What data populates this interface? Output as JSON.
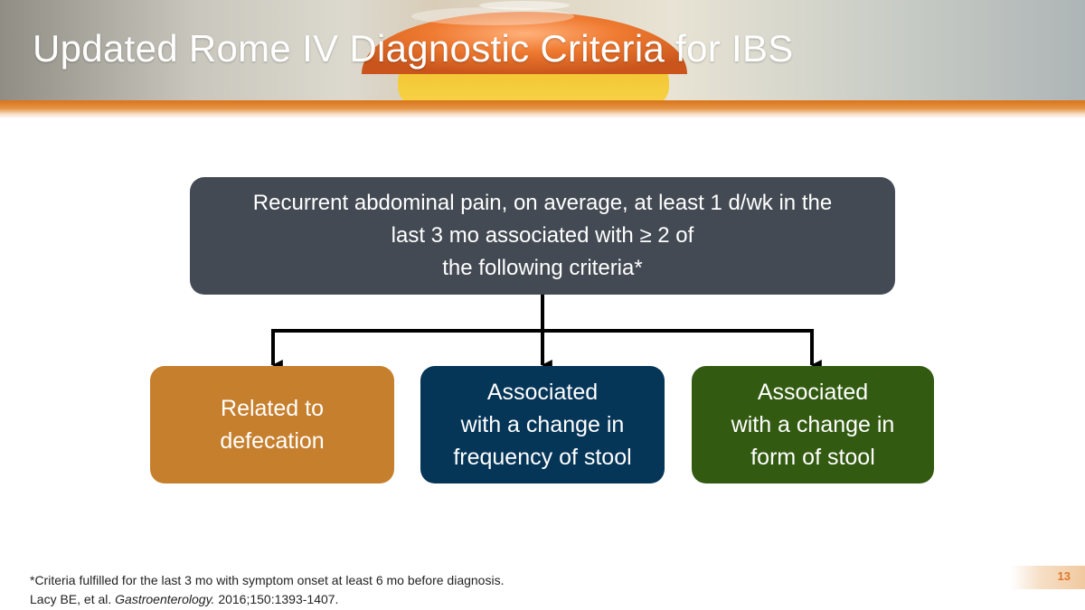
{
  "slide": {
    "title": "Updated Rome IV Diagnostic Criteria for IBS",
    "page_number": "13"
  },
  "diagram": {
    "main": {
      "lines": [
        "Recurrent abdominal pain, on average, at least 1 d/wk in the",
        "last 3 mo associated with ≥ 2 of",
        "the following criteria*"
      ]
    },
    "criteria": [
      {
        "lines": [
          "Related to",
          "defecation"
        ],
        "color": "#c67f2d"
      },
      {
        "lines": [
          "Associated",
          "with a change in",
          "frequency of stool"
        ],
        "color": "#053557"
      },
      {
        "lines": [
          "Associated",
          "with a change in",
          "form of stool"
        ],
        "color": "#325a10"
      }
    ]
  },
  "footnote": {
    "line1": "*Criteria fulfilled for the last 3 mo with symptom onset at least 6 mo before diagnosis.",
    "citation_authors": "Lacy BE, et al.",
    "citation_journal": "Gastroenterology.",
    "citation_details": "2016;150:1393-1407."
  },
  "colors": {
    "accent_orange": "#d9741a",
    "main_box": "#434a53"
  }
}
